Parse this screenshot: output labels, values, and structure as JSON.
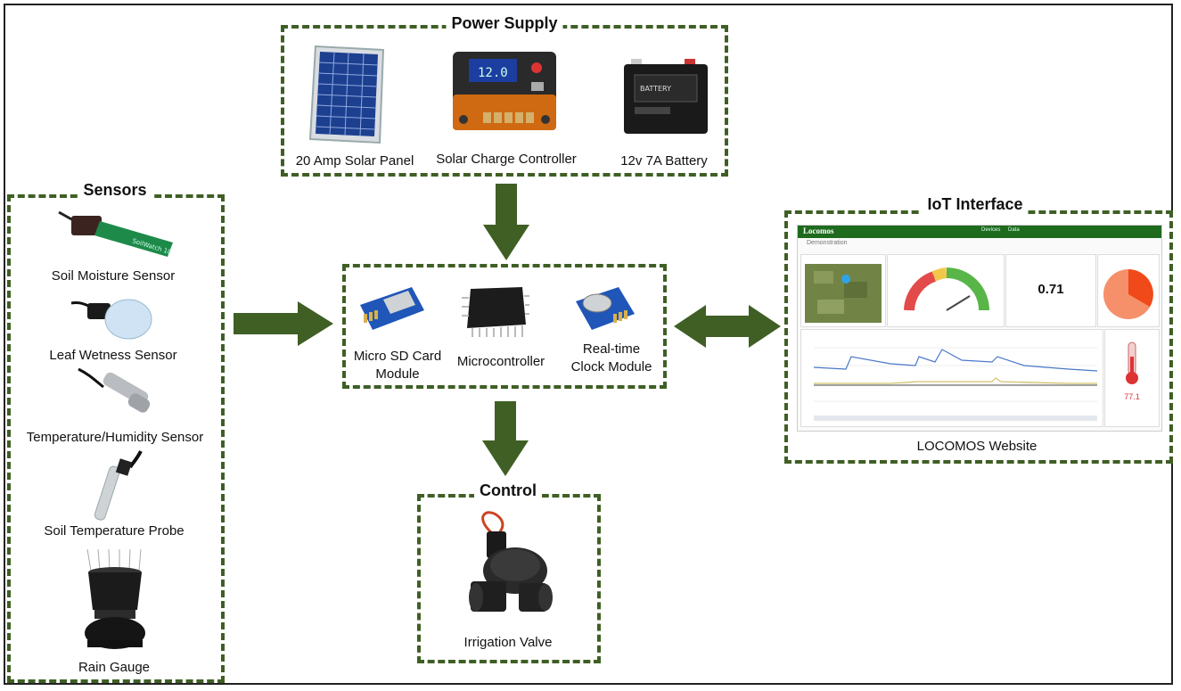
{
  "power": {
    "title": "Power Supply",
    "items": [
      "20 Amp Solar Panel",
      "Solar Charge Controller",
      "12v 7A Battery"
    ]
  },
  "sensors": {
    "title": "Sensors",
    "items": [
      "Soil Moisture Sensor",
      "Leaf Wetness Sensor",
      "Temperature/Humidity Sensor",
      "Soil Temperature Probe",
      "Rain Gauge"
    ]
  },
  "core": {
    "items": [
      "Micro SD Card Module",
      "Microcontroller",
      "Real-time Clock Module"
    ]
  },
  "control": {
    "title": "Control",
    "items": [
      "Irrigation Valve"
    ]
  },
  "iot": {
    "title": "IoT Interface",
    "website_label": "LOCOMOS Website",
    "screenshot": {
      "logo": "Locomos",
      "nav": [
        "Devices",
        "Data"
      ],
      "page_name": "Demonstration",
      "gauge_value": "0.71",
      "thermometer_value": "77.1"
    }
  },
  "colors": {
    "accent": "#3f5f24",
    "arrow": "#3f5f24",
    "web_header": "#1e6b1e"
  }
}
